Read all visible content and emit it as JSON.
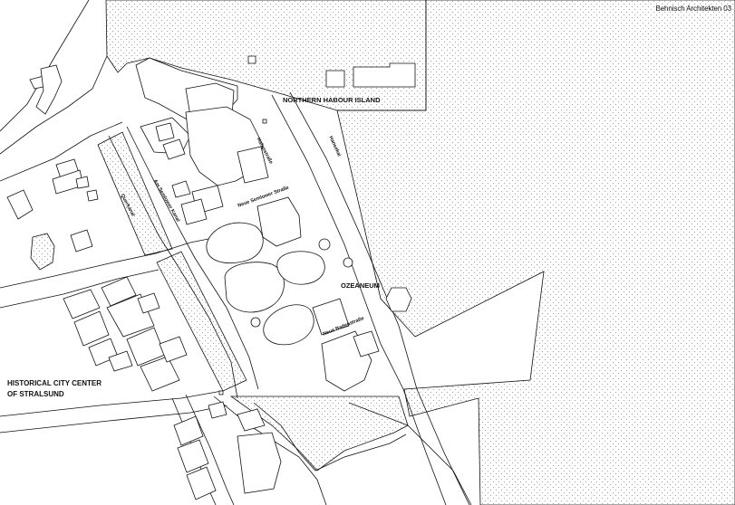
{
  "credit": "Behnisch Architekten 03",
  "labels": {
    "northern_habour_island": "NORTHERN HABOUR ISLAND",
    "ozeaneum": "OZEANEUM",
    "historical_line1": "HISTORICAL CITY CENTER",
    "historical_line2": "OF STRALSUND",
    "hafenstrasse": "Hafenstraße",
    "hansekai": "Hansekai",
    "am_semlower_kanal": "Am Semlower Kanal",
    "neue_semlower_strasse": "Neue Semlower Straße",
    "querkanal": "Querkanal",
    "neue_badenstrasse": "Neue Badenstraße"
  },
  "colors": {
    "line": "#111111",
    "water_dot": "#8a8a8a",
    "background": "#ffffff"
  }
}
